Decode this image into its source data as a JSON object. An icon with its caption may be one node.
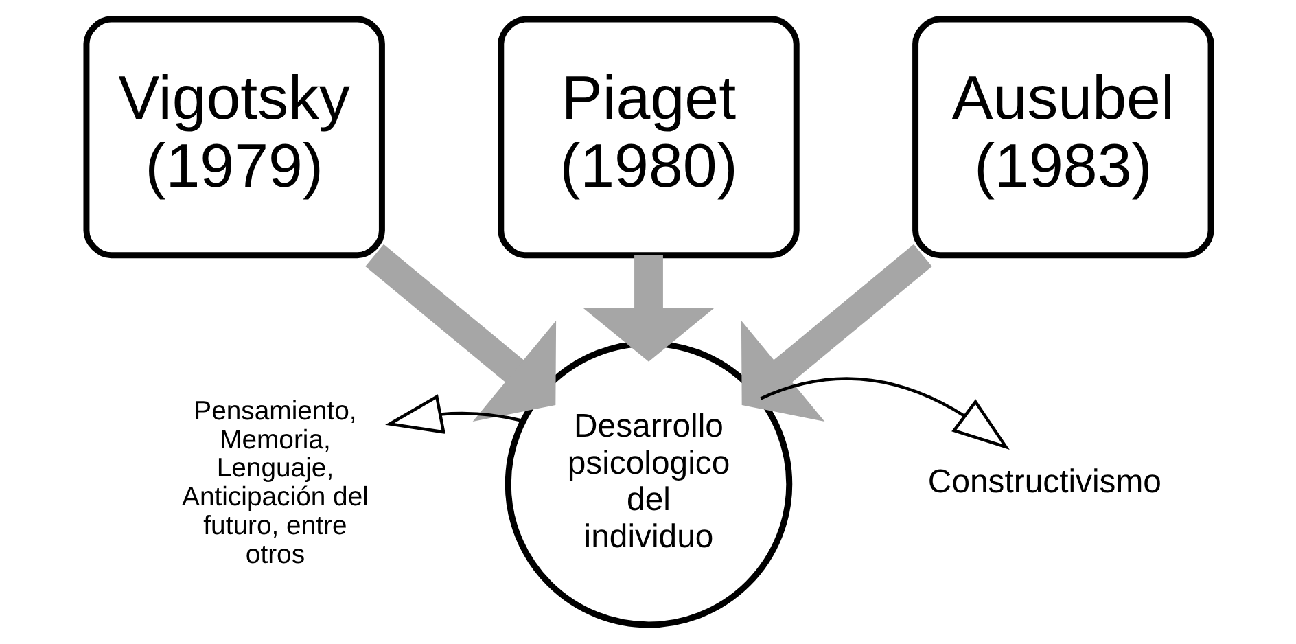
{
  "diagram": {
    "nodes": [
      {
        "text": [
          "Vigotsky (1979)"
        ]
      },
      {
        "text": [
          "Piaget (1980)"
        ]
      },
      {
        "text": [
          "Ausubel (1983)"
        ]
      },
      {
        "text": [
          "Desarrollo psicologico del individuo"
        ]
      },
      {
        "text": [
          "Pensamiento, Memoria, Lenguaje, Anticipación del futuro, entre otros"
        ]
      },
      {
        "text": [
          "Constructivismo"
        ]
      }
    ],
    "edges": [
      {
        "from": 0,
        "to": 3,
        "arrow": "to"
      },
      {
        "from": 1,
        "to": 3,
        "arrow": "to"
      },
      {
        "from": 2,
        "to": 3,
        "arrow": "to"
      },
      {
        "from": 3,
        "to": 4,
        "arrow": "to",
        "color": "#000000"
      },
      {
        "from": 3,
        "to": 5,
        "arrow": "to",
        "color": "#000000"
      }
    ]
  }
}
